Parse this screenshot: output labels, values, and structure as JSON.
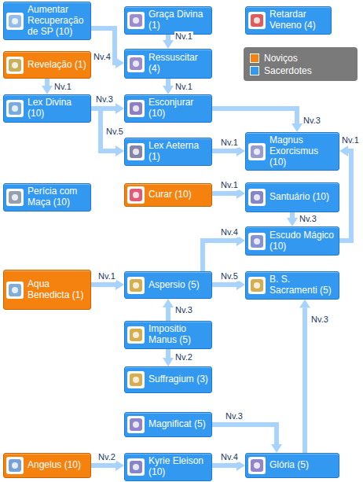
{
  "diagram": {
    "nodes": [
      {
        "text": [
          "Aumentar Recuperação de SP (10)"
        ]
      },
      {
        "text": [
          "Graça Divina (1)"
        ]
      },
      {
        "text": [
          "Retardar Veneno (4)"
        ]
      },
      {
        "text": [
          "Revelação (1)"
        ]
      },
      {
        "text": [
          "Ressuscitar (4)"
        ]
      },
      {
        "text": [
          "Lex Divina (10)"
        ]
      },
      {
        "text": [
          "Esconjurar (10)"
        ]
      },
      {
        "text": [
          "Lex Aeterna (1)"
        ]
      },
      {
        "text": [
          "Magnus Exorcismus (10)"
        ]
      },
      {
        "text": [
          "Perícia com Maça (10)"
        ]
      },
      {
        "text": [
          "Curar (10)"
        ]
      },
      {
        "text": [
          "Santuário (10)"
        ]
      },
      {
        "text": [
          "Escudo Mágico (10)"
        ]
      },
      {
        "text": [
          "Aqua Benedicta (1)"
        ]
      },
      {
        "text": [
          "Aspersio (5)"
        ]
      },
      {
        "text": [
          "B. S. Sacramenti (5)"
        ]
      },
      {
        "text": [
          "Impositio Manus (5)"
        ]
      },
      {
        "text": [
          "Suffragium (3)"
        ]
      },
      {
        "text": [
          "Magnificat (5)"
        ]
      },
      {
        "text": [
          "Angelus (10)"
        ]
      },
      {
        "text": [
          "Kyrie Eleison (10)"
        ]
      },
      {
        "text": [
          "Glória (5)"
        ]
      }
    ],
    "edges": [
      {
        "from": 0,
        "to": 4,
        "label": "Nv.4",
        "arrow": "to"
      },
      {
        "from": 1,
        "to": 4,
        "label": "Nv.1",
        "arrow": "to"
      },
      {
        "from": 3,
        "to": 5,
        "label": "Nv.1",
        "arrow": "to"
      },
      {
        "from": 4,
        "to": 6,
        "label": "Nv.1",
        "arrow": "to"
      },
      {
        "from": 5,
        "to": 6,
        "label": "Nv.3",
        "arrow": "to"
      },
      {
        "from": 5,
        "to": 7,
        "label": "Nv.5",
        "arrow": "to"
      },
      {
        "from": 6,
        "to": 8,
        "label": "Nv.3",
        "arrow": "to"
      },
      {
        "from": 7,
        "to": 8,
        "label": "Nv.1",
        "arrow": "to"
      },
      {
        "from": 12,
        "to": 8,
        "label": "Nv.1",
        "arrow": "to"
      },
      {
        "from": 10,
        "to": 11,
        "label": "Nv.1",
        "arrow": "to"
      },
      {
        "from": 11,
        "to": 12,
        "label": "Nv.3",
        "arrow": "to"
      },
      {
        "from": 14,
        "to": 12,
        "label": "Nv.4",
        "arrow": "to"
      },
      {
        "from": 13,
        "to": 14,
        "label": "Nv.1",
        "arrow": "to"
      },
      {
        "from": 14,
        "to": 15,
        "label": "Nv.5",
        "arrow": "to"
      },
      {
        "from": 16,
        "to": 14,
        "label": "Nv.3",
        "arrow": "to"
      },
      {
        "from": 16,
        "to": 17,
        "label": "Nv.2",
        "arrow": "to"
      },
      {
        "from": 18,
        "to": 21,
        "label": "Nv.3",
        "arrow": "to"
      },
      {
        "from": 19,
        "to": 20,
        "label": "Nv.2",
        "arrow": "to"
      },
      {
        "from": 20,
        "to": 21,
        "label": "Nv.4",
        "arrow": "to"
      },
      {
        "from": 21,
        "to": 15,
        "label": "Nv.3",
        "arrow": "to"
      }
    ],
    "legend": [
      {
        "text": "Noviços",
        "color": "#f5820f"
      },
      {
        "text": "Sacerdotes",
        "color": "#3399f0"
      }
    ]
  }
}
